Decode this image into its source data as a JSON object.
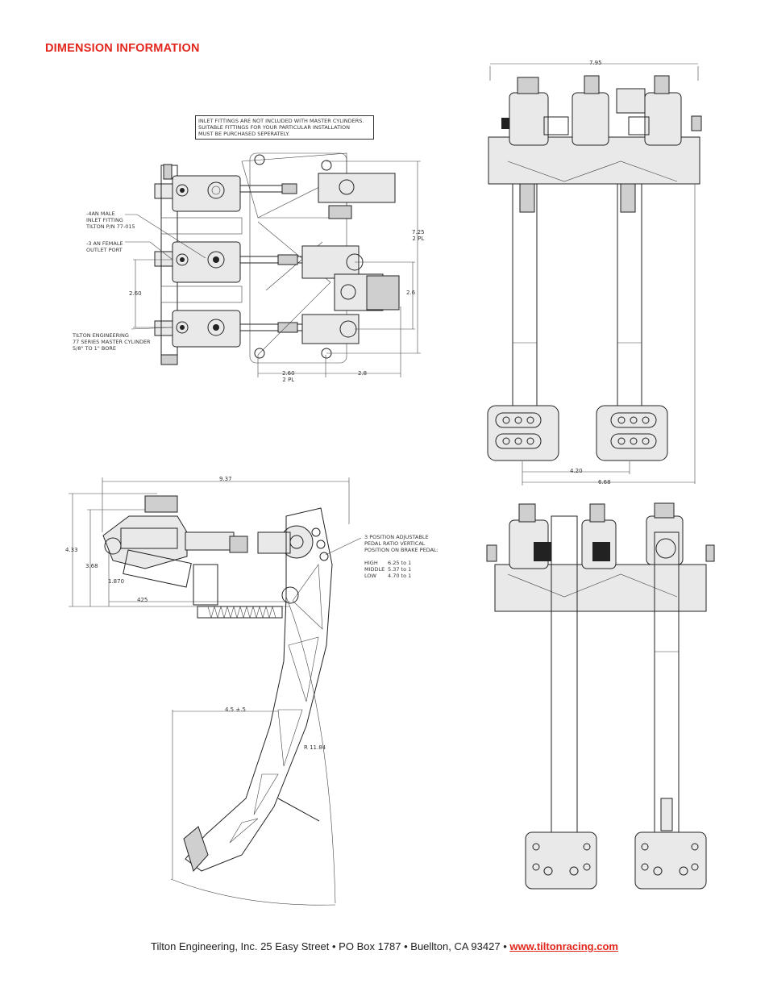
{
  "header": {
    "title": "DIMENSION INFORMATION"
  },
  "top_view": {
    "note": [
      "INLET FITTINGS ARE NOT INCLUDED WITH MASTER CYLINDERS.",
      "SUITABLE FITTINGS FOR YOUR PARTICULAR INSTALLATION",
      "MUST BE PURCHASED SEPERATELY."
    ],
    "callout_inlet": [
      "-4AN MALE",
      "INLET FITTING",
      "TILTON P/N 77-015"
    ],
    "callout_outlet": [
      "-3 AN FEMALE",
      "OUTLET PORT"
    ],
    "callout_mc": [
      "TILTON ENGINEERING",
      "77 SERIES MASTER CYLINDER",
      "5/8\" TO 1\" BORE"
    ],
    "dim_height": [
      "7.25",
      "2 PL"
    ],
    "dim_pitch": "2.6",
    "dim_left": "2.60",
    "dim_bottom_left": [
      "2.60",
      "2 PL"
    ],
    "dim_bottom_right": "2.8"
  },
  "front_view": {
    "dim_width": "7.95",
    "dim_pad_spacing": "4.20",
    "dim_overall": "6.68"
  },
  "side_view": {
    "dim_length": "9.37",
    "dim_h1": "4.33",
    "dim_h2": "3.68",
    "dim_h3": "1.870",
    "dim_h4": "425",
    "dim_pedal": "4.5 ±.5",
    "dim_radius": "R  11.84",
    "ratio_title": [
      "3 POSITION ADJUSTABLE",
      "PEDAL RATIO VERTICAL",
      "POSITION ON BRAKE PEDAL:"
    ],
    "ratios": [
      {
        "label": "HIGH",
        "value": "6.25 to 1"
      },
      {
        "label": "MIDDLE",
        "value": "5.37 to 1"
      },
      {
        "label": "LOW",
        "value": "4.70 to 1"
      }
    ]
  },
  "footer": {
    "address": "Tilton Engineering, Inc. 25 Easy Street • PO Box 1787 • Buellton, CA 93427 • ",
    "website": "www.tiltonracing.com"
  }
}
